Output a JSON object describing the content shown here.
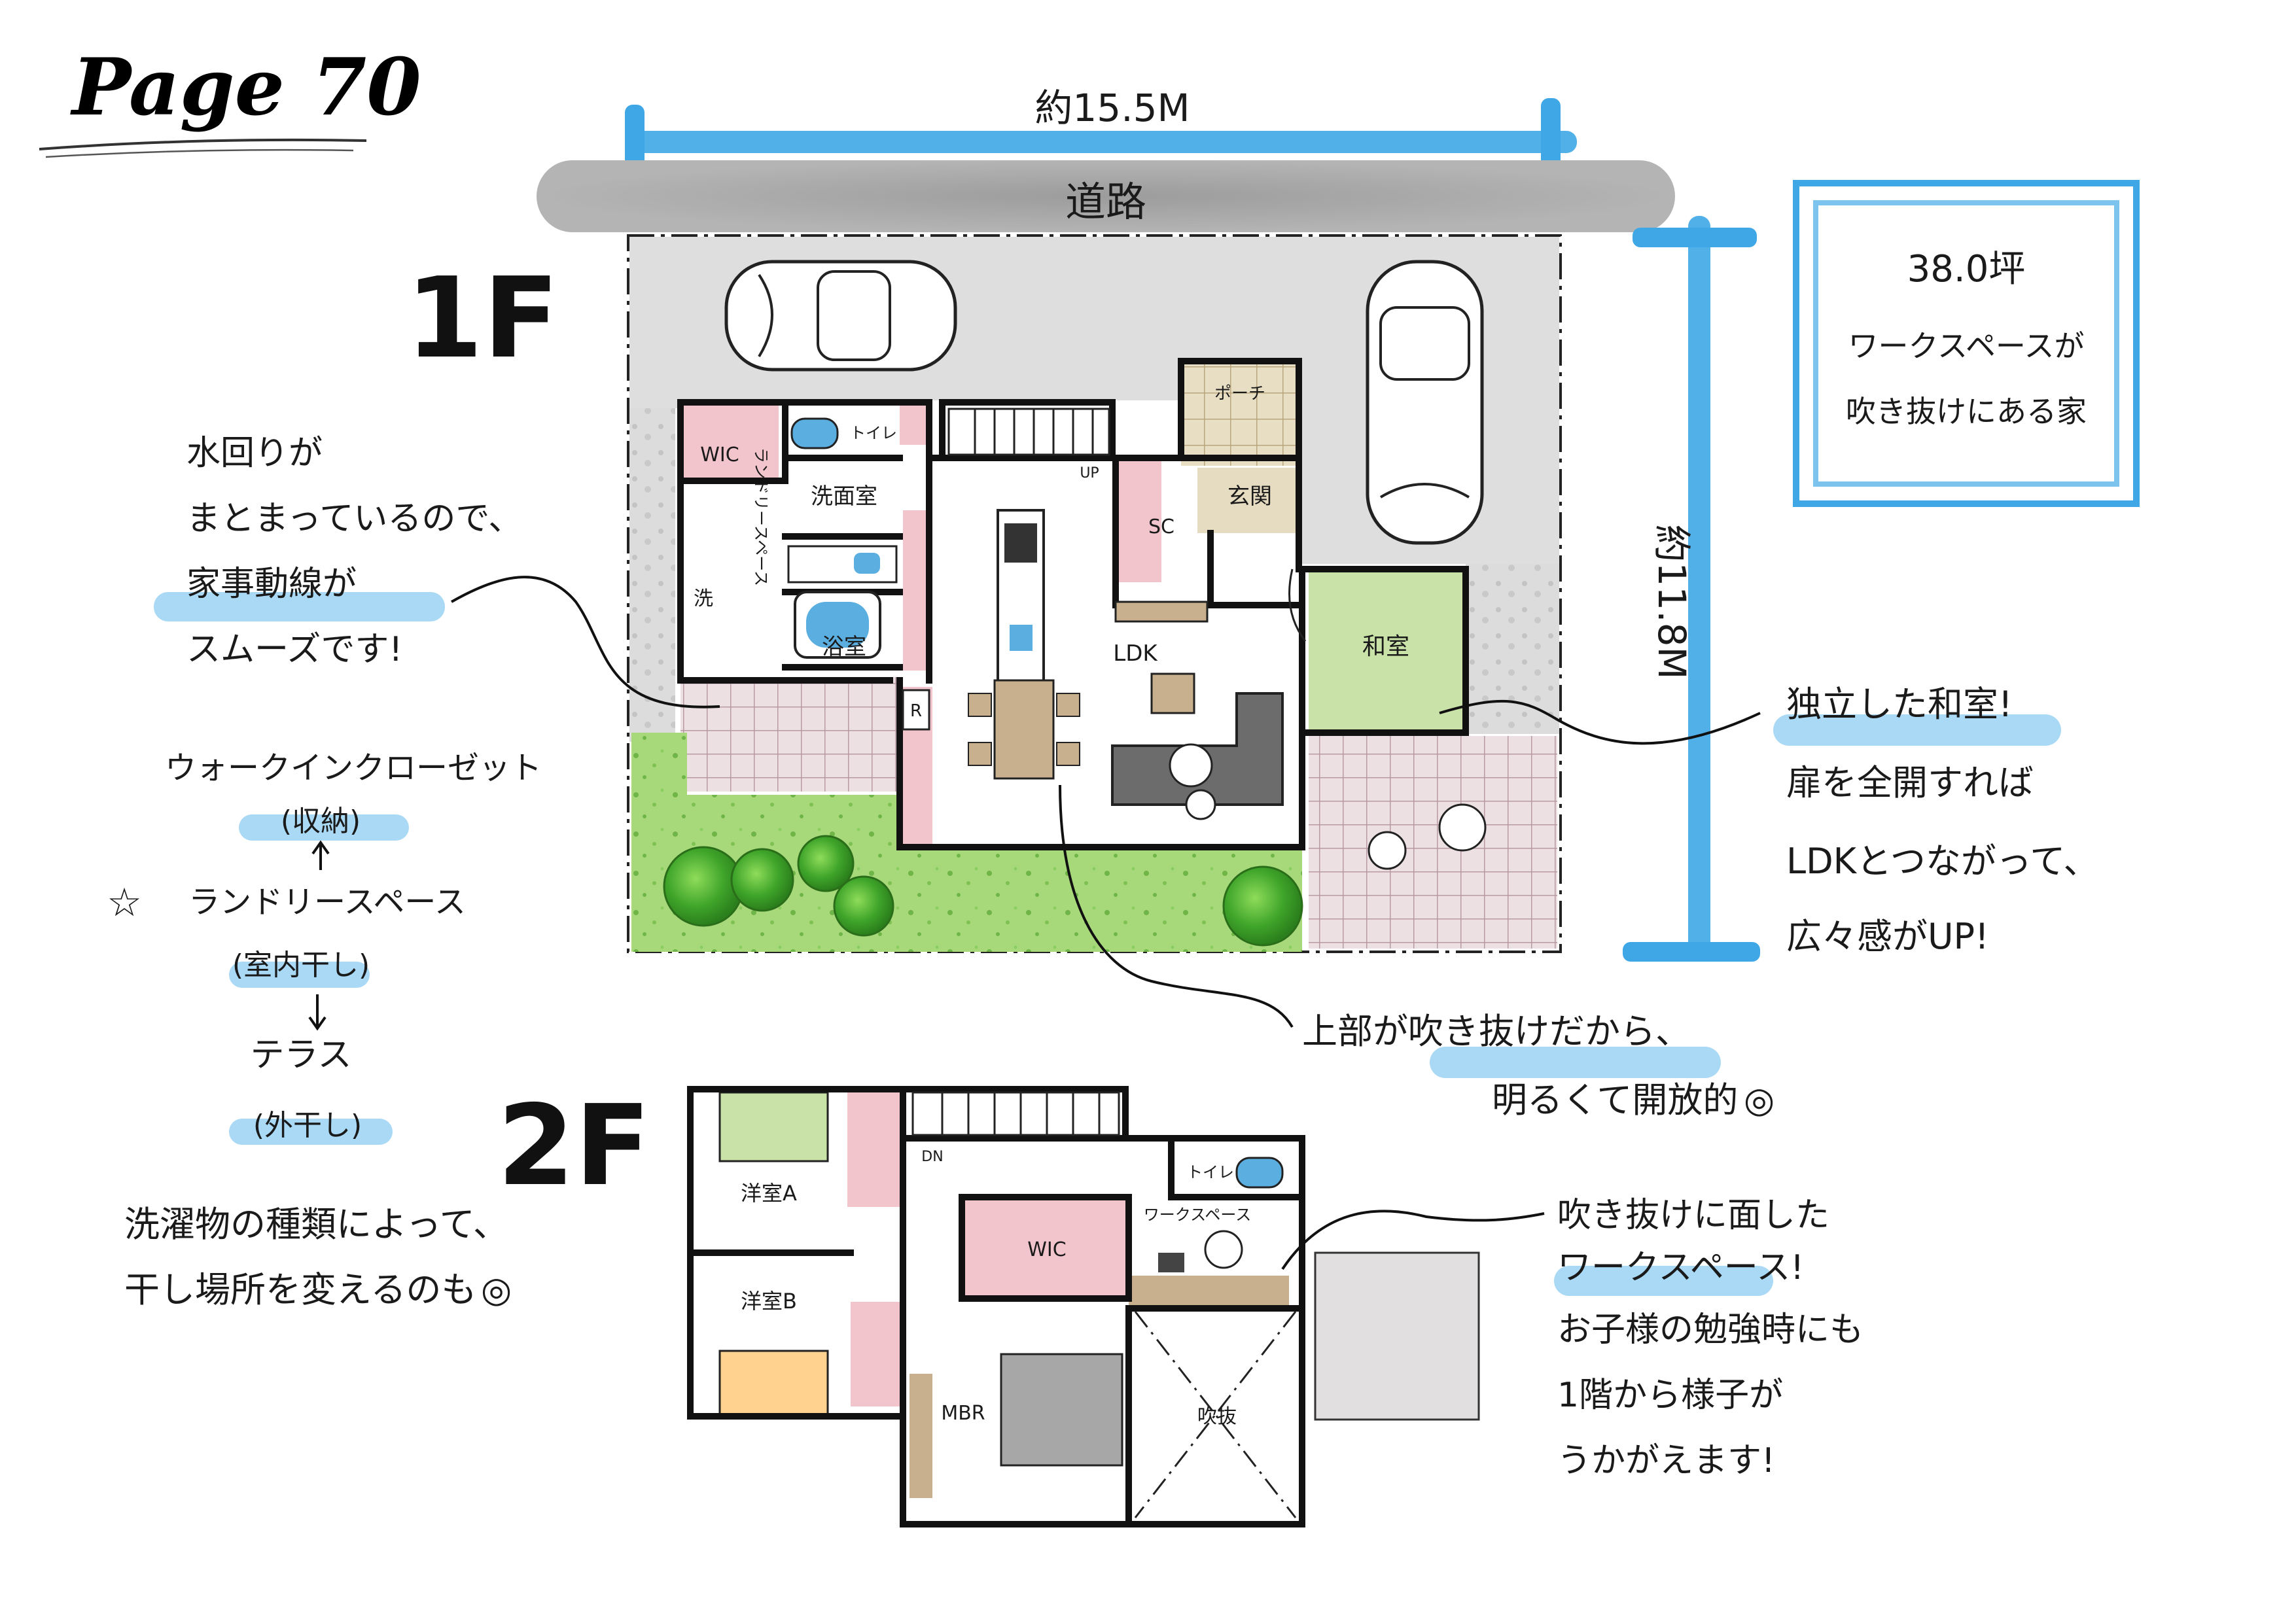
{
  "page": {
    "title": "Page 70"
  },
  "dimensions": {
    "width": "約15.5M",
    "depth": "約11.8M",
    "road": "道路"
  },
  "floors": {
    "first": "1F",
    "second": "2F"
  },
  "info_box": {
    "tsubo": "38.0坪",
    "line1": "ワークスペースが",
    "line2": "吹き抜けにある家"
  },
  "rooms_1f": {
    "wic": "WIC",
    "toilet": "トイレ",
    "laundry_space": "ランドリースペース",
    "washroom": "洗面室",
    "bathroom": "浴室",
    "wash": "洗",
    "porch": "ポーチ",
    "entrance": "玄関",
    "sc": "SC",
    "ldk": "LDK",
    "washitsu": "和室",
    "up": "UP",
    "fridge": "R"
  },
  "rooms_2f": {
    "western_a": "洋室A",
    "western_b": "洋室B",
    "wic": "WIC",
    "toilet": "トイレ",
    "workspace": "ワークスペース",
    "mbr": "MBR",
    "fukinuke": "吹抜",
    "dn": "DN"
  },
  "notes": {
    "water": {
      "l1": "水回りが",
      "l2": "まとまっているので、",
      "l3": "家事動線が",
      "l4": "スムーズです!"
    },
    "flow": {
      "walkin": "ウォークインクローゼット",
      "walkin_sub": "(収納)",
      "star": "☆",
      "laundry": "ランドリースペース",
      "laundry_sub": "(室内干し)",
      "terrace": "テラス",
      "terrace_sub": "(外干し)"
    },
    "drying": {
      "l1": "洗濯物の種類によって、",
      "l2": "干し場所を変えるのも",
      "mark": "◎"
    },
    "washitsu": {
      "l1": "独立した和室!",
      "l2": "扉を全開すれば",
      "l3": "LDKとつながって、",
      "l4": "広々感がUP!"
    },
    "fukinuke": {
      "l1": "上部が吹き抜けだから、",
      "l2": "明るくて開放的",
      "mark": "◎"
    },
    "workspace": {
      "l1": "吹き抜けに面した",
      "l2": "ワークスペース!",
      "l3": "お子様の勉強時にも",
      "l4": "1階から様子が",
      "l5": "うかがえます!"
    }
  },
  "colors": {
    "blue_marker": "#3fa7e6",
    "road_gray": "#9a9a9a",
    "lot_gray": "#dedede",
    "pink": "#f2c4cc",
    "green": "#c9e2a8",
    "tan": "#c8b08e",
    "tile": "#e4d4d8",
    "wood": "#e6dcc2",
    "lawn": "#9dd46f"
  }
}
